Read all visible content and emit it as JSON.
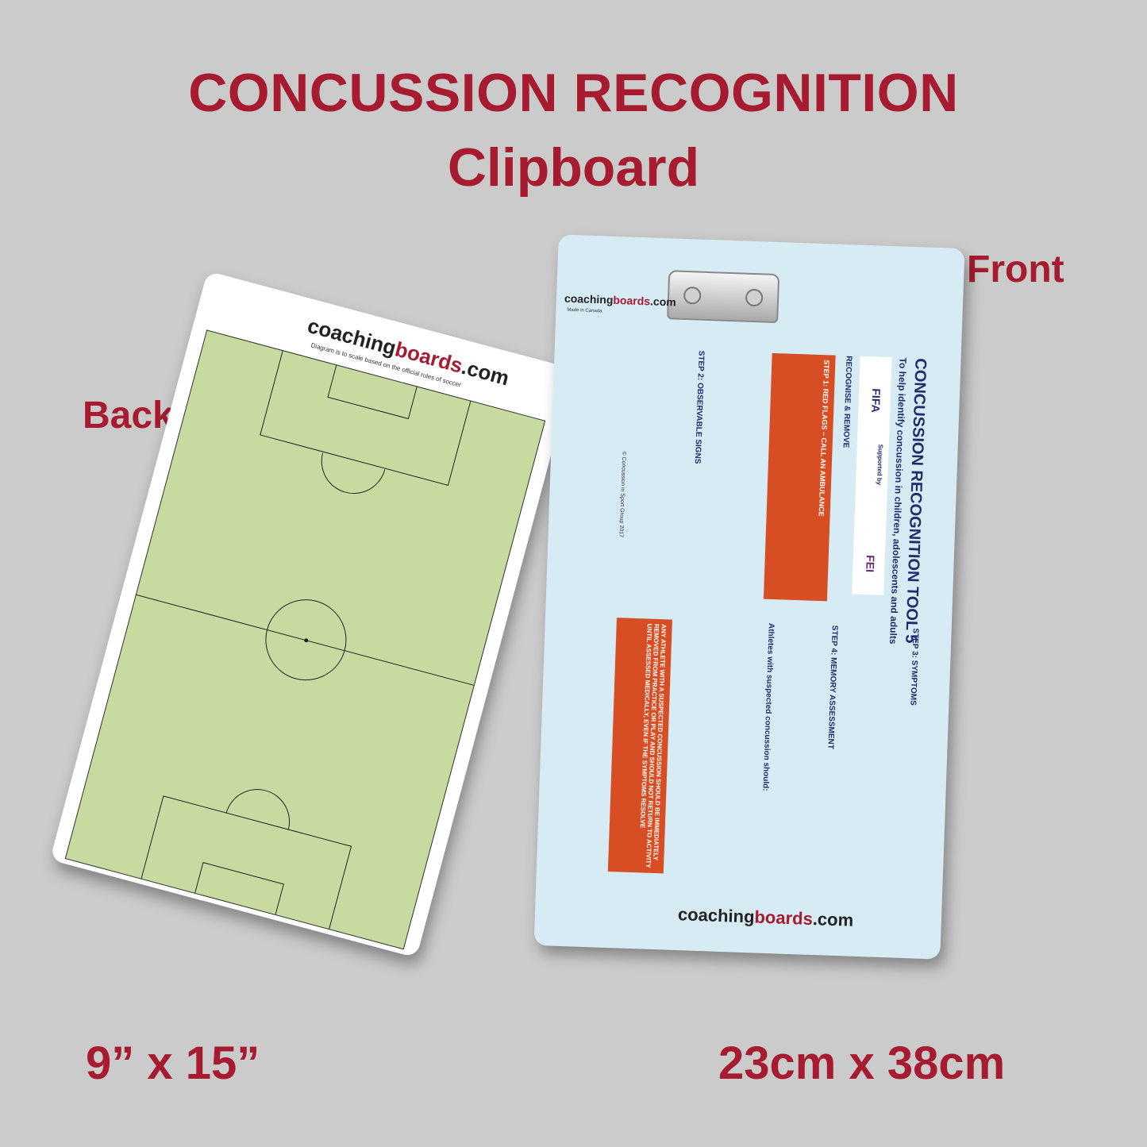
{
  "heading": {
    "line1": "CONCUSSION RECOGNITION",
    "line2": "Clipboard"
  },
  "labels": {
    "front": "Front",
    "back": "Back"
  },
  "dimensions": {
    "imperial": "9” x 15”",
    "metric": "23cm x 38cm"
  },
  "colors": {
    "brand_red": "#a61b2f",
    "background": "#cbcbcb",
    "pitch_green": "#c7dba0",
    "front_panel": "#d7ebf4",
    "alert_orange": "#d84e24"
  },
  "back_board": {
    "logo_prefix": "coaching",
    "logo_mid": "boards",
    "logo_suffix": ".com",
    "note": "Diagram is to scale based on the official rules of soccer"
  },
  "front_board": {
    "logo_prefix": "coaching",
    "logo_mid": "boards",
    "logo_suffix": ".com",
    "made_in": "Made in Canada",
    "tool_title": "CONCUSSION RECOGNITION TOOL 5",
    "tool_subtitle": "To help identify concussion in children, adolescents and adults",
    "supported_by": "Supported by",
    "logos": [
      "FIFA",
      "FEI"
    ],
    "recognise": "RECOGNISE & REMOVE",
    "step1": "STEP 1: RED FLAGS – CALL AN AMBULANCE",
    "step2": "STEP 2: OBSERVABLE SIGNS",
    "step3": "STEP 3: SYMPTOMS",
    "step4": "STEP 4: MEMORY ASSESSMENT",
    "athletes": "Athletes with suspected concussion should:",
    "warning": "ANY ATHLETE WITH A SUSPECTED CONCUSSION SHOULD BE IMMEDIATELY REMOVED FROM PRACTICE OR PLAY AND SHOULD NOT RETURN TO ACTIVITY UNTIL ASSESSED MEDICALLY, EVEN IF THE SYMPTOMS RESOLVE",
    "copyright": "© Concussion in Sport Group 2017"
  }
}
